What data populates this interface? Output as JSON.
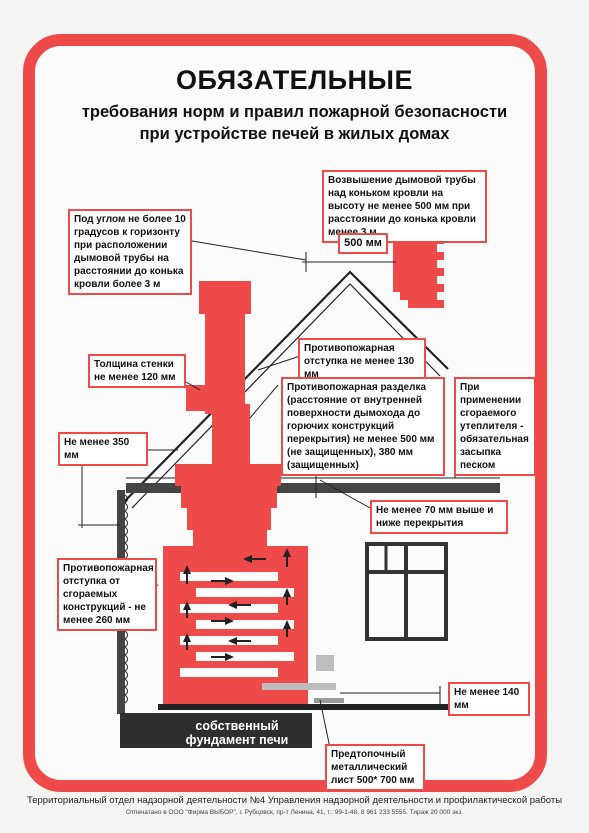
{
  "title": {
    "line1": "ОБЯЗАТЕЛЬНЫЕ",
    "line2": "требования норм и правил пожарной безопасности",
    "line3": "при устройстве печей в жилых домах"
  },
  "callouts": {
    "chimney_height": "Возвышение дымовой трубы над коньком кровли на высоту не менее 500 мм при расстоянии до конька кровли менее 3 м",
    "measure_500": "500 мм",
    "angle": "Под углом не более 10 градусов к горизонту при расположении дымовой трубы на расстоянии до конька кровли более 3 м",
    "roof_gap": "Противопожарная отступка не менее 130 мм",
    "wall_thickness": "Толщина стенки не менее 120 мм",
    "firebreak": "Противопожарная разделка (расстояние от внутренней поверхности дымохода до горючих конструкций перекрытия) не менее 500 мм (не защищенных), 380 мм (защищенных)",
    "insulation": "При применении сгораемого утеплителя - обязательная засыпка песком",
    "min_350": "Не менее 350 мм",
    "min_70": "Не менее 70 мм выше и ниже перекрытия",
    "wall_gap": "Противопожарная отступка от сгораемых конструкций - не менее 260 мм",
    "min_140": "Не менее 140 мм",
    "sheet": "Предтопочный металлический лист 500* 700 мм"
  },
  "foundation": {
    "line1": "собственный",
    "line2": "фундамент печи"
  },
  "footer": {
    "line1": "Территориальный отдел надзорной деятельности №4 Управления надзорной деятельности и профилактической работы",
    "line2": "Отпечатано в ООО \"Фирма ВЫБОР\", г. Рубцовск, пр-т Ленина, 41, т.: 99-1-48, 8 961 233 5555. Тираж 20 000 экз."
  },
  "colors": {
    "accent": "#ef4a4a",
    "dark": "#333333"
  }
}
